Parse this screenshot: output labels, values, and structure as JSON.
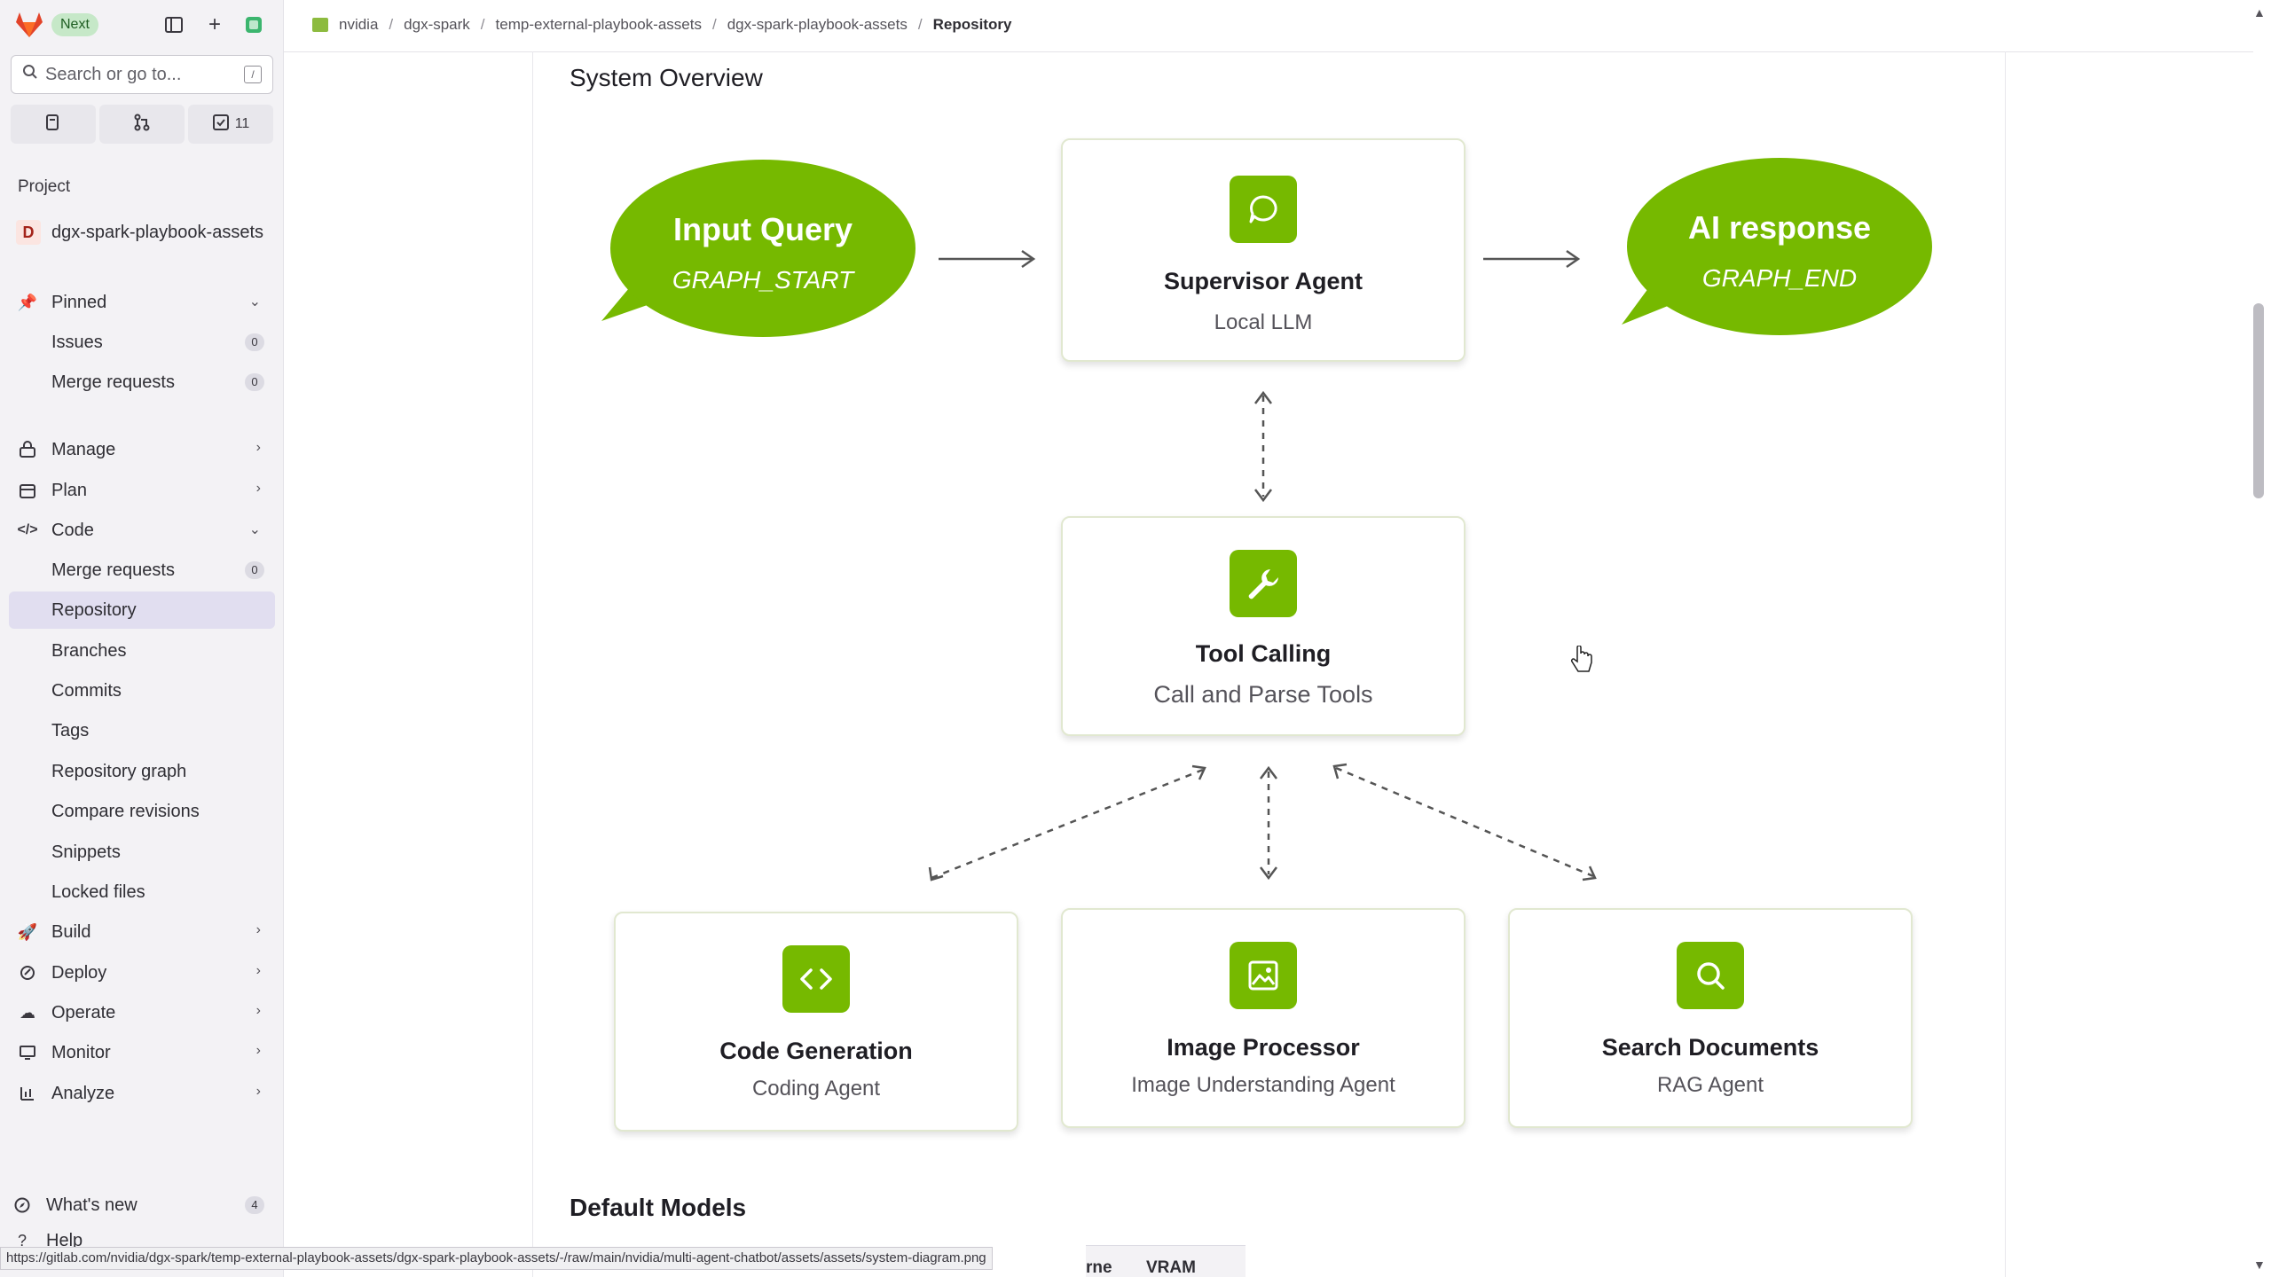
{
  "topbar": {
    "next_label": "Next"
  },
  "search": {
    "placeholder": "Search or go to...",
    "shortcut": "/"
  },
  "quick_actions": {
    "todo_count": "11"
  },
  "sidebar": {
    "section_label": "Project",
    "project_initial": "D",
    "project_name": "dgx-spark-playbook-assets",
    "pinned": {
      "label": "Pinned",
      "items": [
        {
          "label": "Issues",
          "count": "0"
        },
        {
          "label": "Merge requests",
          "count": "0"
        }
      ]
    },
    "manage": "Manage",
    "plan": "Plan",
    "code": {
      "label": "Code",
      "items": [
        {
          "label": "Merge requests",
          "count": "0"
        },
        {
          "label": "Repository"
        },
        {
          "label": "Branches"
        },
        {
          "label": "Commits"
        },
        {
          "label": "Tags"
        },
        {
          "label": "Repository graph"
        },
        {
          "label": "Compare revisions"
        },
        {
          "label": "Snippets"
        },
        {
          "label": "Locked files"
        }
      ]
    },
    "build": "Build",
    "deploy": "Deploy",
    "operate": "Operate",
    "monitor": "Monitor",
    "analyze": "Analyze",
    "whats_new": {
      "label": "What's new",
      "count": "4"
    },
    "help": "Help"
  },
  "breadcrumb": {
    "items": [
      "nvidia",
      "dgx-spark",
      "temp-external-playbook-assets",
      "dgx-spark-playbook-assets"
    ],
    "current": "Repository"
  },
  "main": {
    "section_title": "System Overview",
    "next_section_title": "Default Models",
    "table_header_partial": "rne",
    "table_header_vram": "VRAM"
  },
  "diagram": {
    "accent_color": "#76b900",
    "input_bubble": {
      "title": "Input Query",
      "subtitle": "GRAPH_START"
    },
    "output_bubble": {
      "title": "AI response",
      "subtitle": "GRAPH_END"
    },
    "supervisor": {
      "title": "Supervisor Agent",
      "subtitle": "Local LLM",
      "icon": "chat-bubble-icon"
    },
    "tool_calling": {
      "title": "Tool Calling",
      "subtitle": "Call and Parse Tools",
      "icon": "wrench-icon"
    },
    "code_gen": {
      "title": "Code Generation",
      "subtitle": "Coding Agent",
      "icon": "code-icon"
    },
    "image_proc": {
      "title": "Image Processor",
      "subtitle": "Image Understanding Agent",
      "icon": "image-icon"
    },
    "search_docs": {
      "title": "Search Documents",
      "subtitle": "RAG Agent",
      "icon": "search-icon"
    }
  },
  "status_url": "https://gitlab.com/nvidia/dgx-spark/temp-external-playbook-assets/dgx-spark-playbook-assets/-/raw/main/nvidia/multi-agent-chatbot/assets/assets/system-diagram.png"
}
